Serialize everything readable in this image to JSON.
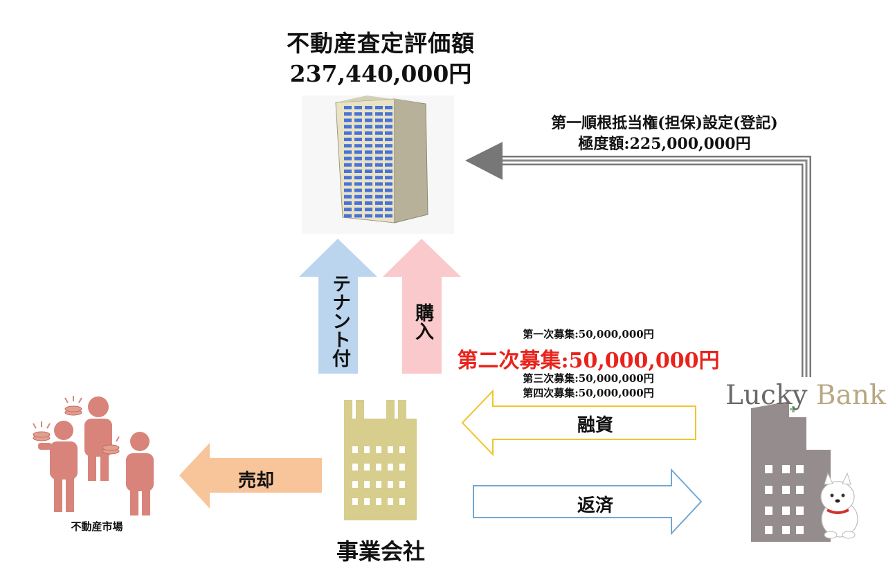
{
  "property": {
    "title": "不動産査定評価額",
    "value": "237,440,000円",
    "icon": "office-building-icon"
  },
  "mortgage": {
    "line1": "第一順根抵当権(担保)設定(登記)",
    "line2": "極度額:225,000,000円"
  },
  "arrows": {
    "tenant": "テナント付",
    "purchase": "購入",
    "loan": "融資",
    "repayment": "返済",
    "sale": "売却"
  },
  "recruitment": {
    "round1": "第一次募集:50,000,000円",
    "round2": "第二次募集:50,000,000円",
    "round3": "第三次募集:50,000,000円",
    "round4": "第四次募集:50,000,000円"
  },
  "nodes": {
    "market": "不動産市場",
    "company": "事業会社",
    "lender_prefix": "Lucky ",
    "lender_suffix": "Bank"
  },
  "colors": {
    "highlight": "#e8231c",
    "tenant_arrow": "#bcd5ee",
    "purchase_arrow": "#f9c9cc",
    "loan_arrow_border": "#f0c531",
    "repay_arrow_border": "#6fa7d6",
    "sale_arrow": "#f8c499",
    "company_building": "#d7cd8c",
    "bank_building": "#958d8d",
    "people": "#d8847a"
  }
}
